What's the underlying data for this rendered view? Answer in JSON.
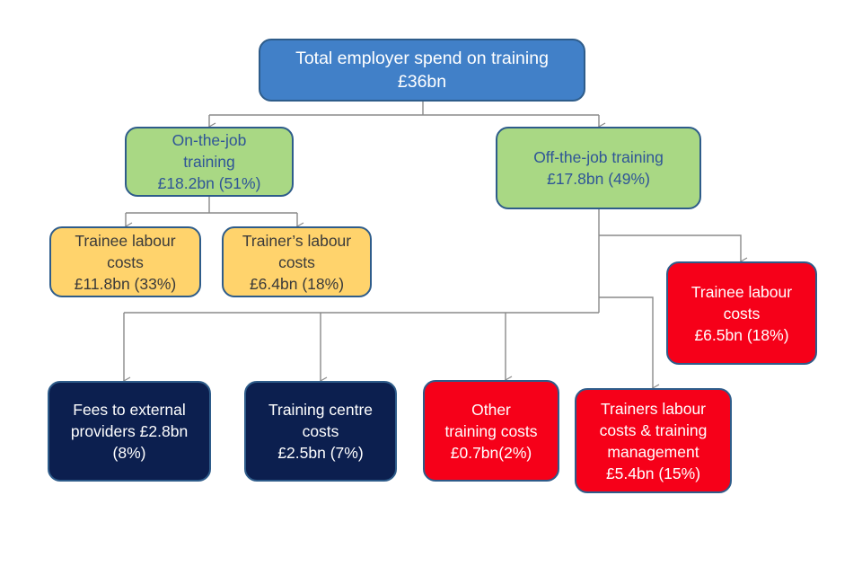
{
  "root": {
    "title": "Total employer spend on training",
    "value": "£36bn"
  },
  "on_the_job": {
    "lines": [
      "On-the-job",
      "training",
      "£18.2bn (51%)"
    ],
    "children": [
      {
        "lines": [
          "Trainee labour",
          "costs",
          "£11.8bn (33%)"
        ]
      },
      {
        "lines": [
          "Trainer’s labour",
          "costs",
          "£6.4bn (18%)"
        ]
      }
    ]
  },
  "off_the_job": {
    "lines": [
      "Off-the-job training",
      "£17.8bn (49%)"
    ],
    "children": [
      {
        "lines": [
          "Trainee labour",
          "costs",
          "£6.5bn (18%)"
        ]
      },
      {
        "lines": [
          "Fees to external",
          "providers £2.8bn",
          "(8%)"
        ]
      },
      {
        "lines": [
          "Training centre",
          "costs",
          "£2.5bn (7%)"
        ]
      },
      {
        "lines": [
          "Other",
          "training costs",
          "£0.7bn(2%)"
        ]
      },
      {
        "lines": [
          "Trainers labour",
          "costs & training",
          "management",
          "£5.4bn (15%)"
        ]
      }
    ]
  },
  "colors": {
    "root": "#4180c8",
    "level1": "#a9d884",
    "on_job_child": "#ffd36c",
    "labour_off_job": "#f60019",
    "external": "#0c1f4f",
    "connector": "#8a8a8a"
  }
}
